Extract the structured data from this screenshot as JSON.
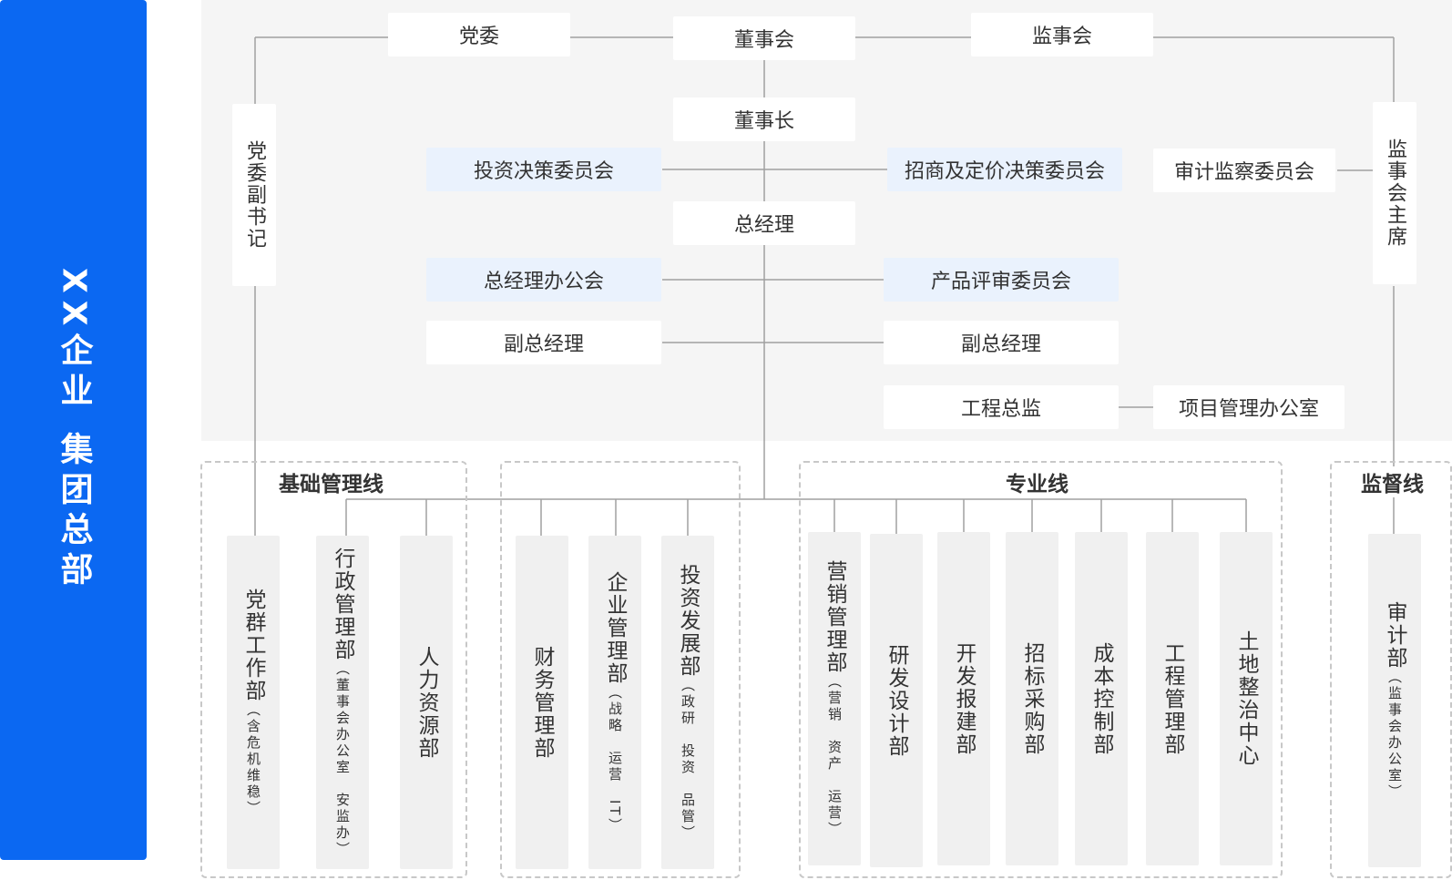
{
  "banner": {
    "title": "XX企业 集团总部"
  },
  "governance": {
    "party_committee": "党委",
    "board_of_directors": "董事会",
    "supervisory_board": "监事会",
    "chairman": "董事长",
    "party_deputy_secretary": "党委副书记",
    "supervisory_chairman": "监事会主席",
    "investment_committee": "投资决策委员会",
    "pricing_committee": "招商及定价决策委员会",
    "audit_committee": "审计监察委员会",
    "general_manager": "总经理",
    "gm_office_meeting": "总经理办公会",
    "product_review_committee": "产品评审委员会",
    "deputy_gm_left": "副总经理",
    "deputy_gm_right": "副总经理",
    "chief_engineer": "工程总监",
    "project_office": "项目管理办公室"
  },
  "groups": {
    "basic": "基础管理线",
    "professional": "专业线",
    "supervision": "监督线"
  },
  "departments": [
    {
      "name": "党群工作部",
      "note": "（含危机维稳）"
    },
    {
      "name": "行政管理部",
      "note": "（董事会办公室　安监办）"
    },
    {
      "name": "人力资源部",
      "note": ""
    },
    {
      "name": "财务管理部",
      "note": ""
    },
    {
      "name": "企业管理部",
      "note": "（战略　运营　IT）"
    },
    {
      "name": "投资发展部",
      "note": "（政研　投资　品管）"
    },
    {
      "name": "营销管理部",
      "note": "（营销　资产　运营）"
    },
    {
      "name": "研发设计部",
      "note": ""
    },
    {
      "name": "开发报建部",
      "note": ""
    },
    {
      "name": "招标采购部",
      "note": ""
    },
    {
      "name": "成本控制部",
      "note": ""
    },
    {
      "name": "工程管理部",
      "note": ""
    },
    {
      "name": "土地整治中心",
      "note": ""
    },
    {
      "name": "审计部",
      "note": "（监事会办公室）"
    }
  ]
}
